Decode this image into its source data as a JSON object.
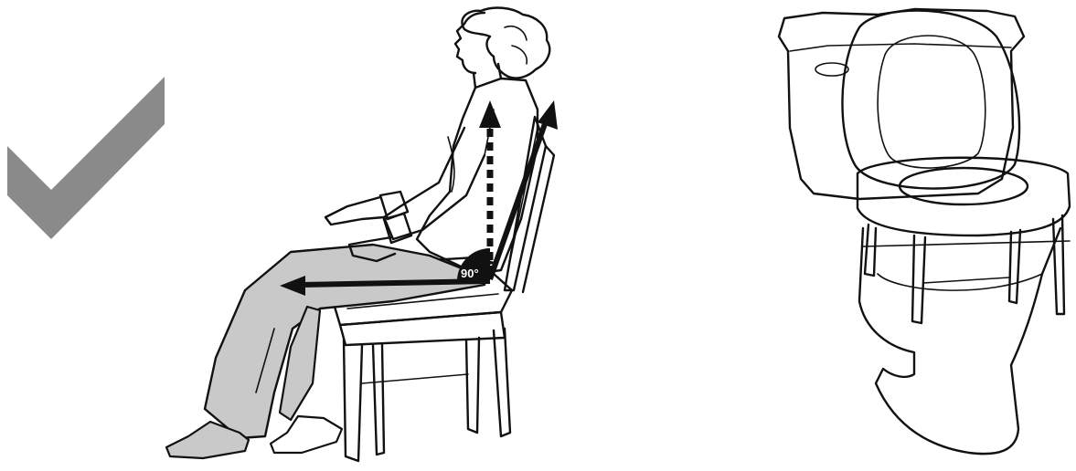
{
  "angle_label": "90°",
  "colors": {
    "checkmark": "#8a8a8a",
    "pants": "#c9c9c9",
    "arrow": "#111111",
    "outline": "#111111",
    "background": "#ffffff"
  },
  "icons": [
    "checkmark-icon",
    "seated-person-illustration",
    "chair-illustration",
    "raised-toilet-seat-illustration"
  ]
}
